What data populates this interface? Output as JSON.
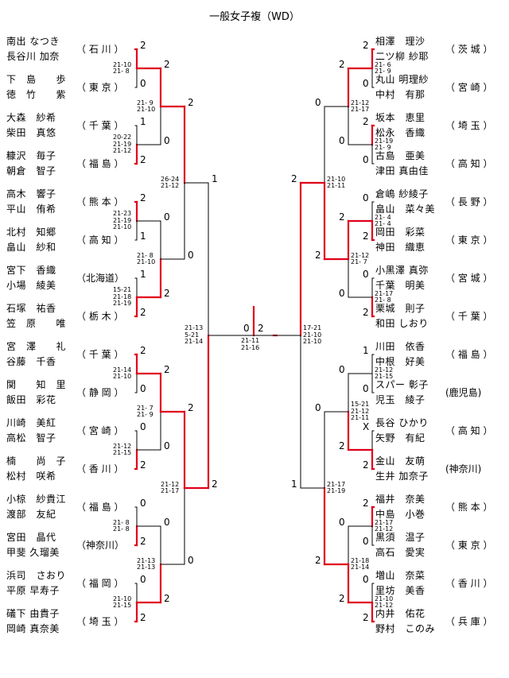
{
  "title": "一般女子複（WD）",
  "left_teams": [
    {
      "p1": "南出 なつき",
      "p2": "長谷川 加奈",
      "pref": "（ 石 川 ）"
    },
    {
      "p1": "下　島　　歩",
      "p2": "徳　竹　　紫",
      "pref": "（ 東 京 ）"
    },
    {
      "p1": "大森　紗希",
      "p2": "柴田　真悠",
      "pref": "（ 千 葉 ）"
    },
    {
      "p1": "糠沢　毎子",
      "p2": "朝倉　智子",
      "pref": "（ 福 島 ）"
    },
    {
      "p1": "高木　響子",
      "p2": "平山　侑希",
      "pref": "（ 熊 本 ）"
    },
    {
      "p1": "北村　知郷",
      "p2": "畠山　紗和",
      "pref": "（ 高 知 ）"
    },
    {
      "p1": "宮下　香織",
      "p2": "小場　綾美",
      "pref": "（北海道）"
    },
    {
      "p1": "石塚　祐香",
      "p2": "笠　原　　唯",
      "pref": "（ 栃 木 ）"
    },
    {
      "p1": "宮　澤　　礼",
      "p2": "谷藤　千香",
      "pref": "（ 千 葉 ）"
    },
    {
      "p1": "関　　知　里",
      "p2": "飯田　彩花",
      "pref": "（ 静 岡 ）"
    },
    {
      "p1": "川崎　美紅",
      "p2": "高松　智子",
      "pref": "（ 宮 崎 ）"
    },
    {
      "p1": "楠　　尚　子",
      "p2": "松村　咲希",
      "pref": "（ 香 川 ）"
    },
    {
      "p1": "小椋　紗貴江",
      "p2": "渡部　友紀",
      "pref": "（ 福 島 ）"
    },
    {
      "p1": "宮田　晶代",
      "p2": "甲斐 久瑠美",
      "pref": "（神奈川）"
    },
    {
      "p1": "浜司　さおり",
      "p2": "平原 早寿子",
      "pref": "（ 福 岡 ）"
    },
    {
      "p1": "礒下 由貴子",
      "p2": "岡崎 真奈美",
      "pref": "（ 埼 玉 ）"
    }
  ],
  "right_teams": [
    {
      "p1": "相澤　理沙",
      "p2": "二ツ柳 紗耶",
      "pref": "（ 茨 城 ）"
    },
    {
      "p1": "丸山 明理紗",
      "p2": "中村　有那",
      "pref": "（ 宮 崎 ）"
    },
    {
      "p1": "坂本　恵里",
      "p2": "松永　香織",
      "pref": "（ 埼 玉 ）"
    },
    {
      "p1": "古島　亜美",
      "p2": "津田 真由佳",
      "pref": "（ 高 知 ）"
    },
    {
      "p1": "倉嶋 紗綾子",
      "p2": "畠山　菜々美",
      "pref": "（ 長 野 ）"
    },
    {
      "p1": "岡田　彩菜",
      "p2": "神田　織恵",
      "pref": "（ 東 京 ）"
    },
    {
      "p1": "小黒澤 真弥",
      "p2": "千葉　明美",
      "pref": "（ 宮 城 ）"
    },
    {
      "p1": "栗城　則子",
      "p2": "和田 しおり",
      "pref": "（ 千 葉 ）"
    },
    {
      "p1": "川田　依香",
      "p2": "中根　好美",
      "pref": "（ 福 島 ）"
    },
    {
      "p1": "スパー 彰子",
      "p2": "児玉　綾子",
      "pref": "(鹿児島)"
    },
    {
      "p1": "長谷 ひかり",
      "p2": "矢野　有紀",
      "pref": "（ 高 知 ）"
    },
    {
      "p1": "金山　友萌",
      "p2": "生井 加奈子",
      "pref": "(神奈川)"
    },
    {
      "p1": "福井　奈美",
      "p2": "中島　小巻",
      "pref": "（ 熊 本 ）"
    },
    {
      "p1": "黒須　温子",
      "p2": "高石　愛実",
      "pref": "（ 東 京 ）"
    },
    {
      "p1": "増山　奈菜",
      "p2": "里坊　美香",
      "pref": "（ 香 川 ）"
    },
    {
      "p1": "内井　佑花",
      "p2": "野村　このみ",
      "pref": "（ 兵 庫 ）"
    }
  ],
  "scores": {
    "l1": [
      "2",
      "0",
      "1",
      "2",
      "2",
      "1",
      "1",
      "2",
      "2",
      "0",
      "0",
      "2",
      "0",
      "2",
      "0",
      "2"
    ],
    "l2": [
      "2",
      "0",
      "0",
      "2",
      "2",
      "0",
      "0",
      "2"
    ],
    "l3": [
      "2",
      "0",
      "2",
      "0"
    ],
    "l4": [
      "1",
      "2"
    ],
    "final_left": "0",
    "final_right": "2",
    "r4": [
      "2",
      "1"
    ],
    "r3": [
      "0",
      "2",
      "0",
      "2"
    ],
    "r2": [
      "2",
      "0",
      "2",
      "0",
      "0",
      "2",
      "0",
      "2"
    ],
    "r1": [
      "2",
      "0",
      "2",
      "0",
      "0",
      "2",
      "0",
      "2",
      "1",
      "0",
      "X",
      "2",
      "2",
      "0",
      "0",
      "2"
    ]
  },
  "annotations": {
    "l1": [
      "21-10\n21- 8",
      "20-22\n21-19\n21-12",
      "21-23\n21-19\n21-10",
      "15-21\n21-18\n21-19",
      "21-14\n21-10",
      "21-12\n21-15",
      "21- 8\n21- 8",
      "21-10\n21-15"
    ],
    "l2": [
      "21- 9\n21-10",
      "21- 8\n21-10",
      "21- 7\n21- 9",
      "21-13\n21-13"
    ],
    "l3": [
      "26-24\n21-12",
      "21-12\n21-17"
    ],
    "l4": "21-13\n5-21\n21-14",
    "final": "21-11\n21-16",
    "r4": "17-21\n21-10\n21-10",
    "r3": [
      "21-10\n21-11",
      "21-17\n21-19"
    ],
    "r2": [
      "21-12\n21-17",
      "21-12\n21- 7",
      "15-21\n21-12\n21-11",
      "21-18\n21-14"
    ],
    "r1": [
      "21- 6\n21- 9",
      "21-19\n21- 9",
      "21- 4\n21- 4",
      "21-17\n21- 8",
      "21-12\n21-15",
      "",
      "21-17\n21-12",
      "21-10\n21-12"
    ]
  },
  "colors": {
    "win": "#e0001b",
    "line": "#000000"
  }
}
